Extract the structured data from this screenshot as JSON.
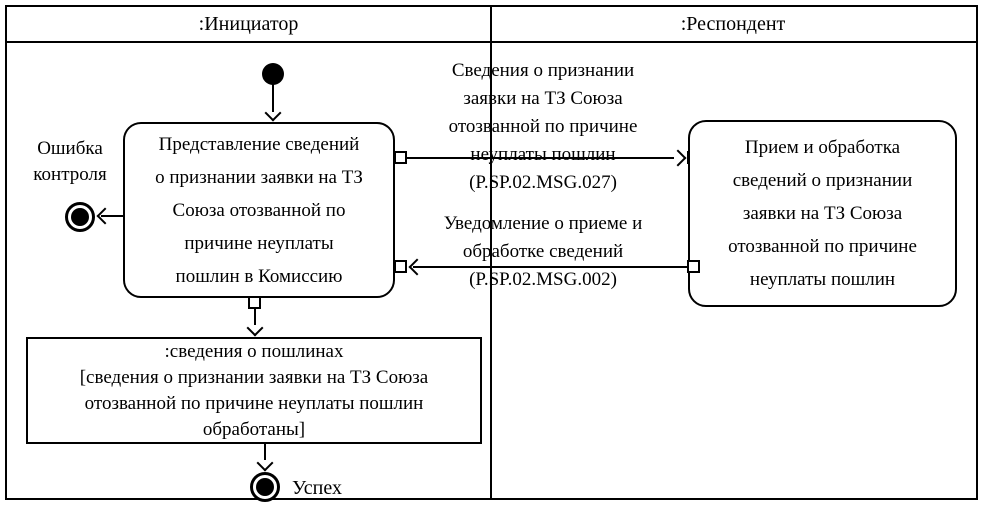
{
  "colors": {
    "ink": "#000000",
    "paper": "#ffffff"
  },
  "lanes": {
    "initiator": ":Инициатор",
    "respondent": ":Респондент"
  },
  "nodes": {
    "initiator_action": "Представление сведений\nо признании заявки на ТЗ\nСоюза отозванной по\nпричине неуплаты\nпошлин в Комиссию",
    "respondent_action": "Прием и обработка\nсведений о признании\nзаявки на ТЗ Союза\nотозванной по причине\nнеуплаты пошлин",
    "object_node": ":сведения о пошлинах\n[сведения о признании заявки на ТЗ Союза\nотозванной по причине неуплаты пошлин\nобработаны]"
  },
  "messages": {
    "request": "Сведения о признании\nзаявки на ТЗ Союза\nотозванной по причине\nнеуплаты пошлин\n(P.SP.02.MSG.027)",
    "response": "Уведомление о приеме и\nобработке сведений\n(P.SP.02.MSG.002)"
  },
  "labels": {
    "error": "Ошибка\nконтроля",
    "success": "Успех"
  }
}
